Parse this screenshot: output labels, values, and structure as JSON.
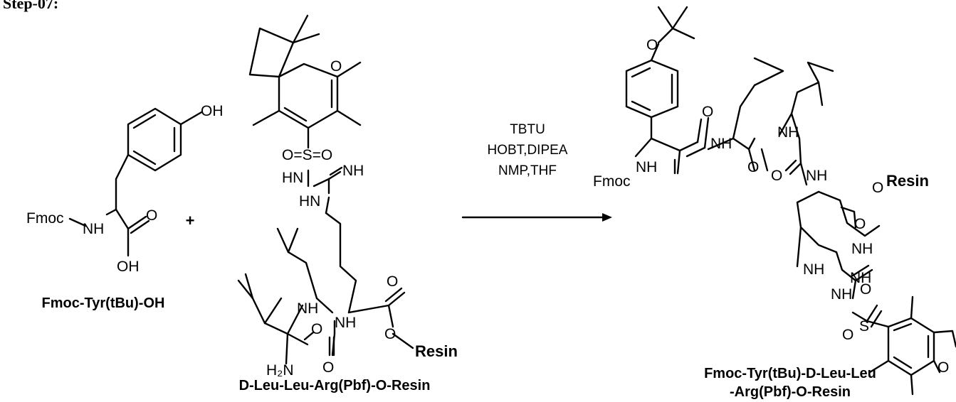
{
  "step_label": "Step-07:",
  "plus": "+",
  "reagents": [
    "TBTU",
    "HOBT,DIPEA",
    "NMP,THF"
  ],
  "compounds": {
    "fmoc_tyr": "Fmoc-Tyr(tBu)-OH",
    "peptide": "D-Leu-Leu-Arg(Pbf)-O-Resin",
    "product_line1": "Fmoc-Tyr(tBu)-D-Leu-Leu",
    "product_line2": "-Arg(Pbf)-O-Resin"
  },
  "atoms": {
    "oh": "OH",
    "o": "O",
    "nh": "NH",
    "hn": "HN",
    "fmoc": "Fmoc",
    "resin": "Resin",
    "h2n": "H₂N",
    "sulfonyl": "O=S=O",
    "s": "S"
  },
  "colors": {
    "ink": "#000000",
    "background": "#ffffff"
  }
}
